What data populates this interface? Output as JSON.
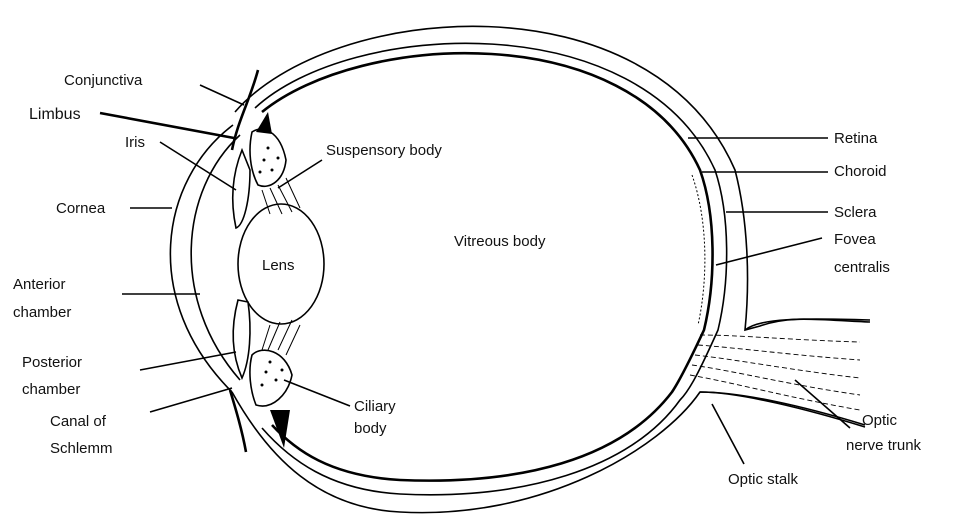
{
  "labels": {
    "conjunctiva": "Conjunctiva",
    "limbus": "Limbus",
    "iris": "Iris",
    "cornea": "Cornea",
    "anterior_chamber_1": "Anterior",
    "anterior_chamber_2": "chamber",
    "posterior_chamber_1": "Posterior",
    "posterior_chamber_2": "chamber",
    "canal_1": "Canal of",
    "canal_2": "Schlemm",
    "suspensory_body": "Suspensory body",
    "lens": "Lens",
    "vitreous_body": "Vitreous body",
    "ciliary_1": "Ciliary",
    "ciliary_2": "body",
    "retina": "Retina",
    "choroid": "Choroid",
    "sclera": "Sclera",
    "fovea_1": "Fovea",
    "fovea_2": "centralis",
    "optic_nerve_1": "Optic",
    "optic_nerve_2": "nerve trunk",
    "optic_stalk": "Optic stalk"
  },
  "colors": {
    "ink": "#111111",
    "background": "#ffffff"
  }
}
